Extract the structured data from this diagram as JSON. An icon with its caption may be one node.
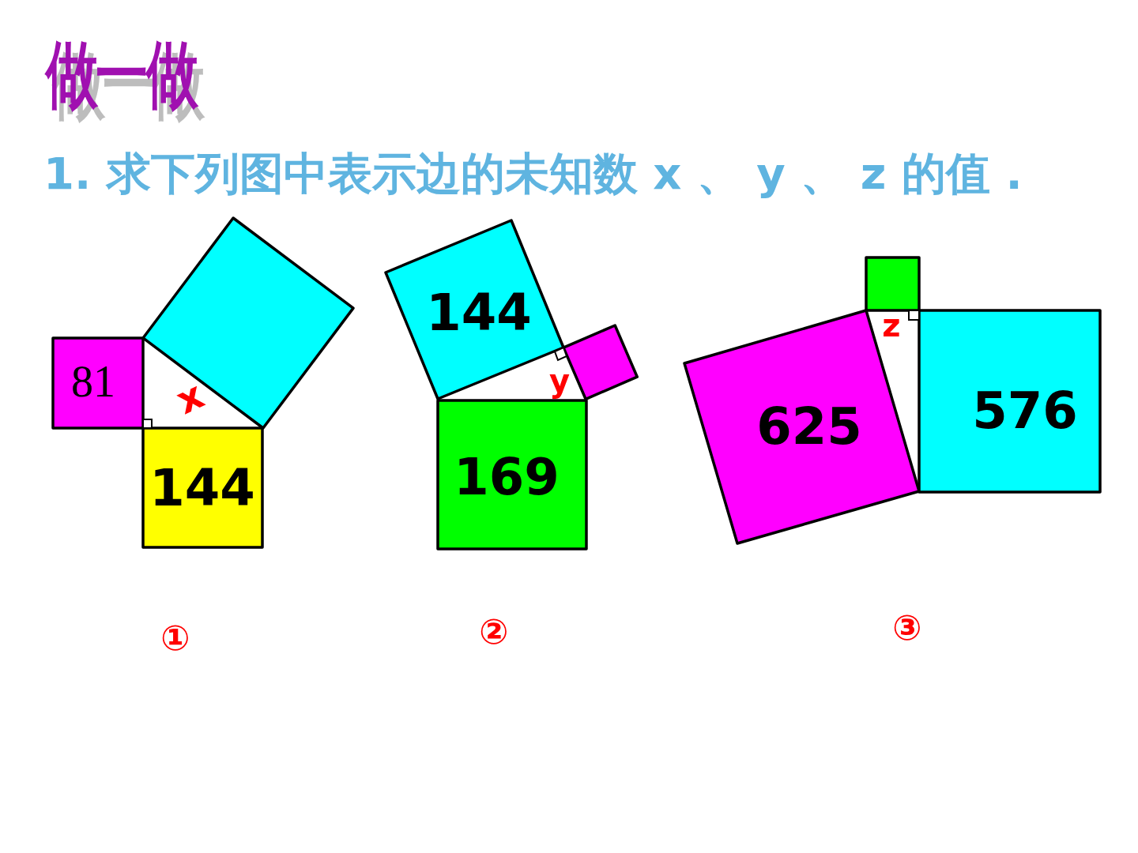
{
  "diagram": {
    "title": "做一做",
    "nodes": [
      {
        "text": [
          "81"
        ]
      },
      {
        "text": [],
        "shape": "diamond"
      },
      {
        "text": [
          "144"
        ]
      },
      {
        "text": [
          "144"
        ]
      },
      {
        "text": [],
        "shape": "box"
      },
      {
        "text": [
          "169"
        ]
      },
      {
        "text": [],
        "shape": "box"
      },
      {
        "text": [
          "625"
        ]
      },
      {
        "text": [
          "576"
        ]
      }
    ],
    "labels": [
      "1. 求下列图中表示边的未知数 x 、 y 、 z 的值 .",
      "x",
      "y",
      "z",
      "①",
      "②",
      "③"
    ]
  }
}
